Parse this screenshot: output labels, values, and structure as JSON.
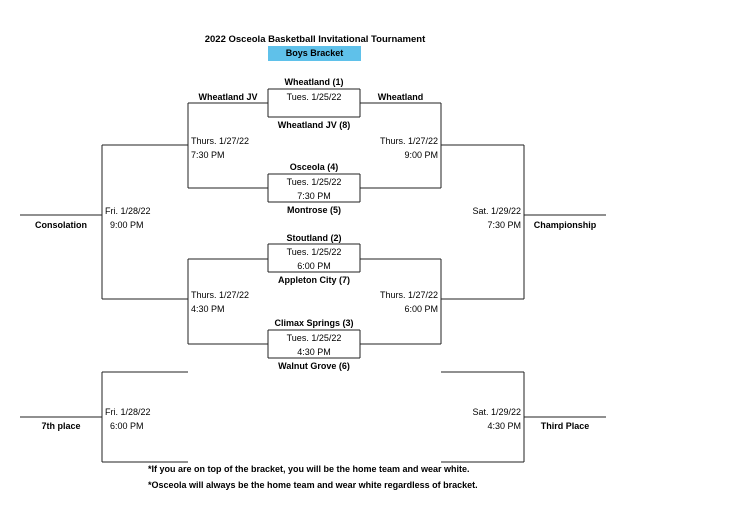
{
  "title": "2022 Osceola Basketball Invitational Tournament",
  "subtitle": "Boys Bracket",
  "first_round": [
    {
      "top": "Wheatland (1)",
      "bottom": "Wheatland JV (8)",
      "date": "Tues. 1/25/22",
      "time": ""
    },
    {
      "top": "Osceola (4)",
      "bottom": "Montrose (5)",
      "date": "Tues. 1/25/22",
      "time": "7:30 PM"
    },
    {
      "top": "Stoutland (2)",
      "bottom": "Appleton City (7)",
      "date": "Tues. 1/25/22",
      "time": "6:00 PM"
    },
    {
      "top": "Climax Springs (3)",
      "bottom": "Walnut Grove (6)",
      "date": "Tues. 1/25/22",
      "time": "4:30 PM"
    }
  ],
  "left_bracket": {
    "top_label": "Wheatland JV",
    "semis": [
      {
        "date": "Thurs. 1/27/22",
        "time": "7:30 PM"
      },
      {
        "date": "Thurs. 1/27/22",
        "time": "4:30 PM"
      }
    ],
    "consolation": {
      "label": "Consolation",
      "date": "Fri. 1/28/22",
      "time": "9:00 PM"
    },
    "seventh": {
      "label": "7th place",
      "date": "Fri. 1/28/22",
      "time": "6:00 PM"
    }
  },
  "right_bracket": {
    "top_label": "Wheatland",
    "semis": [
      {
        "date": "Thurs. 1/27/22",
        "time": "9:00 PM"
      },
      {
        "date": "Thurs. 1/27/22",
        "time": "6:00 PM"
      }
    ],
    "championship": {
      "label": "Championship",
      "date": "Sat. 1/29/22",
      "time": "7:30 PM"
    },
    "third": {
      "label": "Third Place",
      "date": "Sat. 1/29/22",
      "time": "4:30 PM"
    }
  },
  "notes": [
    "*If you are on top of the bracket, you will be the home team and wear white.",
    "*Osceola will always be the home team and wear white regardless of bracket."
  ]
}
